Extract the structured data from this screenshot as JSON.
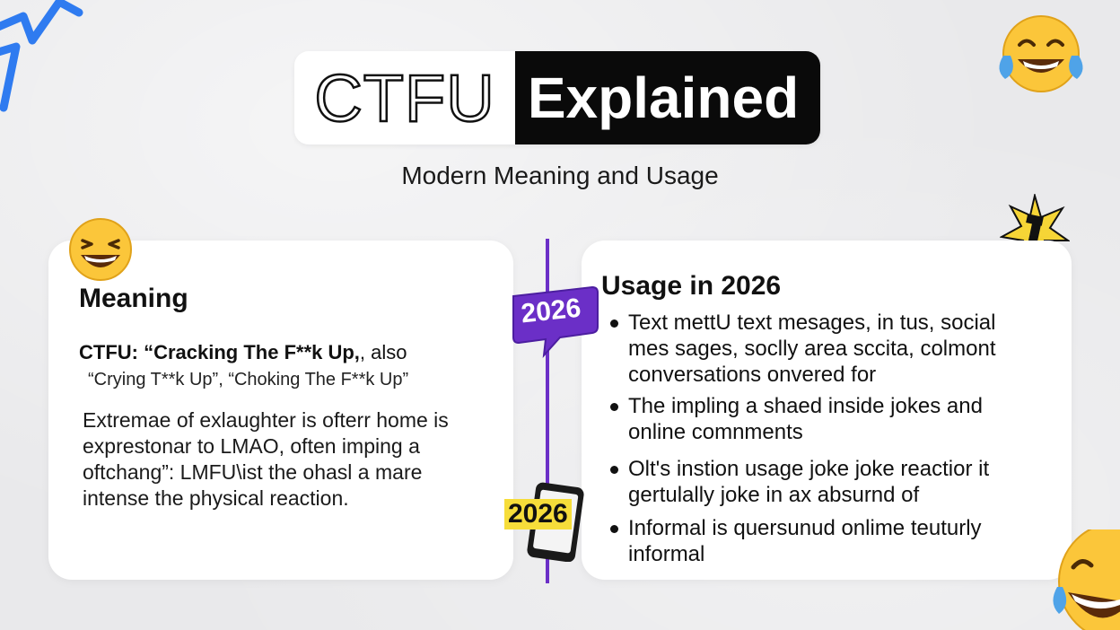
{
  "title": {
    "outline_word": "CTFU",
    "solid_word": "Explained"
  },
  "subtitle": "Modern Meaning and Usage",
  "meaning": {
    "heading": "Meaning",
    "definition_bold": "CTFU: “Cracking The F**k Up,",
    "definition_also": ", also",
    "alternatives": "“Crying T**k Up”, “Choking The F**k Up”",
    "description_lines": [
      "Extremae of exlaughter is ofterr home is",
      "exprestonar to LMAO, often imping a",
      "oftchang”: LMFU\\ist the ohasl a mare",
      "intense the physical reaction."
    ]
  },
  "usage": {
    "heading": "Usage in 2026",
    "bullets": [
      {
        "lines": [
          "Text mettU text mesages, in tus, social",
          "mes sages, soclly area sccita, colmont",
          "conversations onvered for"
        ]
      },
      {
        "lines": [
          "The impling a shaed inside jokes and",
          "online comnments"
        ]
      },
      {
        "lines": [
          "Olt's instion usage joke joke reactior it",
          "gertulally joke in ax absurnd of"
        ]
      },
      {
        "lines": [
          "Informal is quersunud onlime teuturly",
          "informal"
        ]
      }
    ]
  },
  "timeline": {
    "badge_year": "2026",
    "phone_year": "2026"
  },
  "colors": {
    "accent_purple": "#6b2fc7",
    "highlight_yellow": "#f6dd3a",
    "zigzag_blue": "#2f7bf0",
    "emoji_yellow": "#fbc63a"
  },
  "icons": [
    "zigzag-decoration",
    "laughing-emoji",
    "tears-of-joy-emoji",
    "sparkle-icon",
    "smartphone-icon",
    "speech-bubble-badge"
  ]
}
